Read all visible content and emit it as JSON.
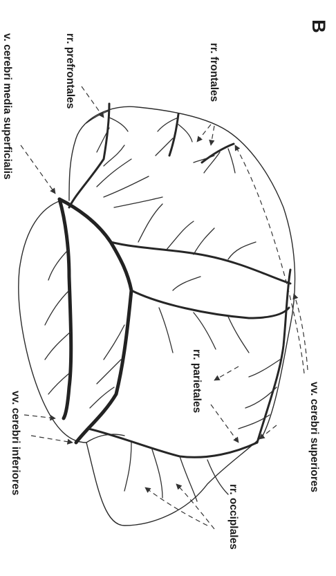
{
  "figure": {
    "panel_letter": "B",
    "labels": {
      "rr_prefrontales": "rr. prefrontales",
      "rr_frontales": "rr. frontales",
      "v_cerebri_media_superficialis": "v. cerebri media superficialis",
      "vv_cerebri_superiores": "vv. cerebri superiores",
      "rr_parietales": "rr. parietales",
      "vv_cerebri_inferiores": "vv. cerebri inferiores",
      "rr_occipitales": "rr. occiplales"
    }
  }
}
